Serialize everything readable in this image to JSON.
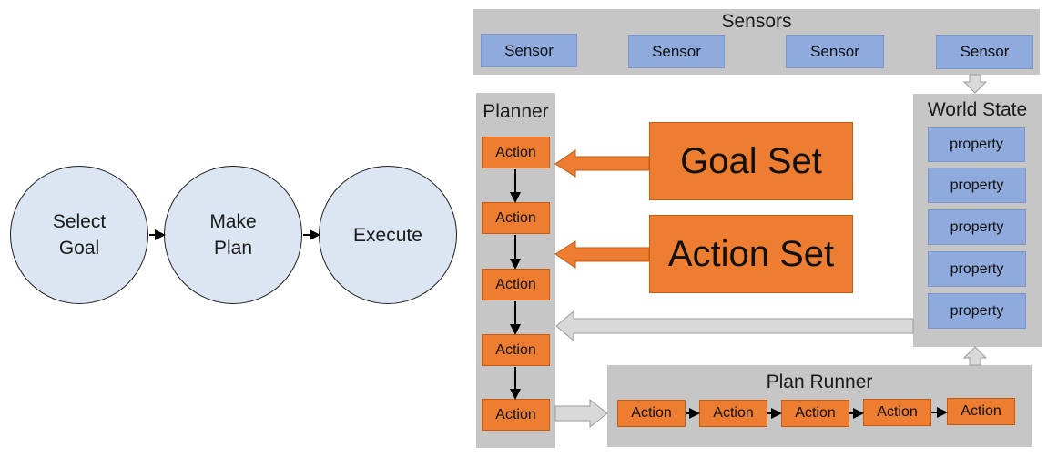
{
  "cycle": {
    "steps": [
      {
        "label": "Select\nGoal"
      },
      {
        "label": "Make\nPlan"
      },
      {
        "label": "Execute"
      }
    ]
  },
  "sensors": {
    "title": "Sensors",
    "items": [
      "Sensor",
      "Sensor",
      "Sensor",
      "Sensor"
    ]
  },
  "planner": {
    "title": "Planner",
    "actions": [
      "Action",
      "Action",
      "Action",
      "Action",
      "Action"
    ]
  },
  "goal_set": {
    "label": "Goal Set"
  },
  "action_set": {
    "label": "Action Set"
  },
  "world_state": {
    "title": "World State",
    "properties": [
      "property",
      "property",
      "property",
      "property",
      "property"
    ]
  },
  "plan_runner": {
    "title": "Plan Runner",
    "actions": [
      "Action",
      "Action",
      "Action",
      "Action",
      "Action"
    ]
  },
  "colors": {
    "circle_fill": "#dce6f2",
    "panel_gray": "#c6c6c6",
    "sensor_blue": "#8faadc",
    "action_orange": "#ed7d31",
    "arrow_gray": "#d0d0d0"
  }
}
